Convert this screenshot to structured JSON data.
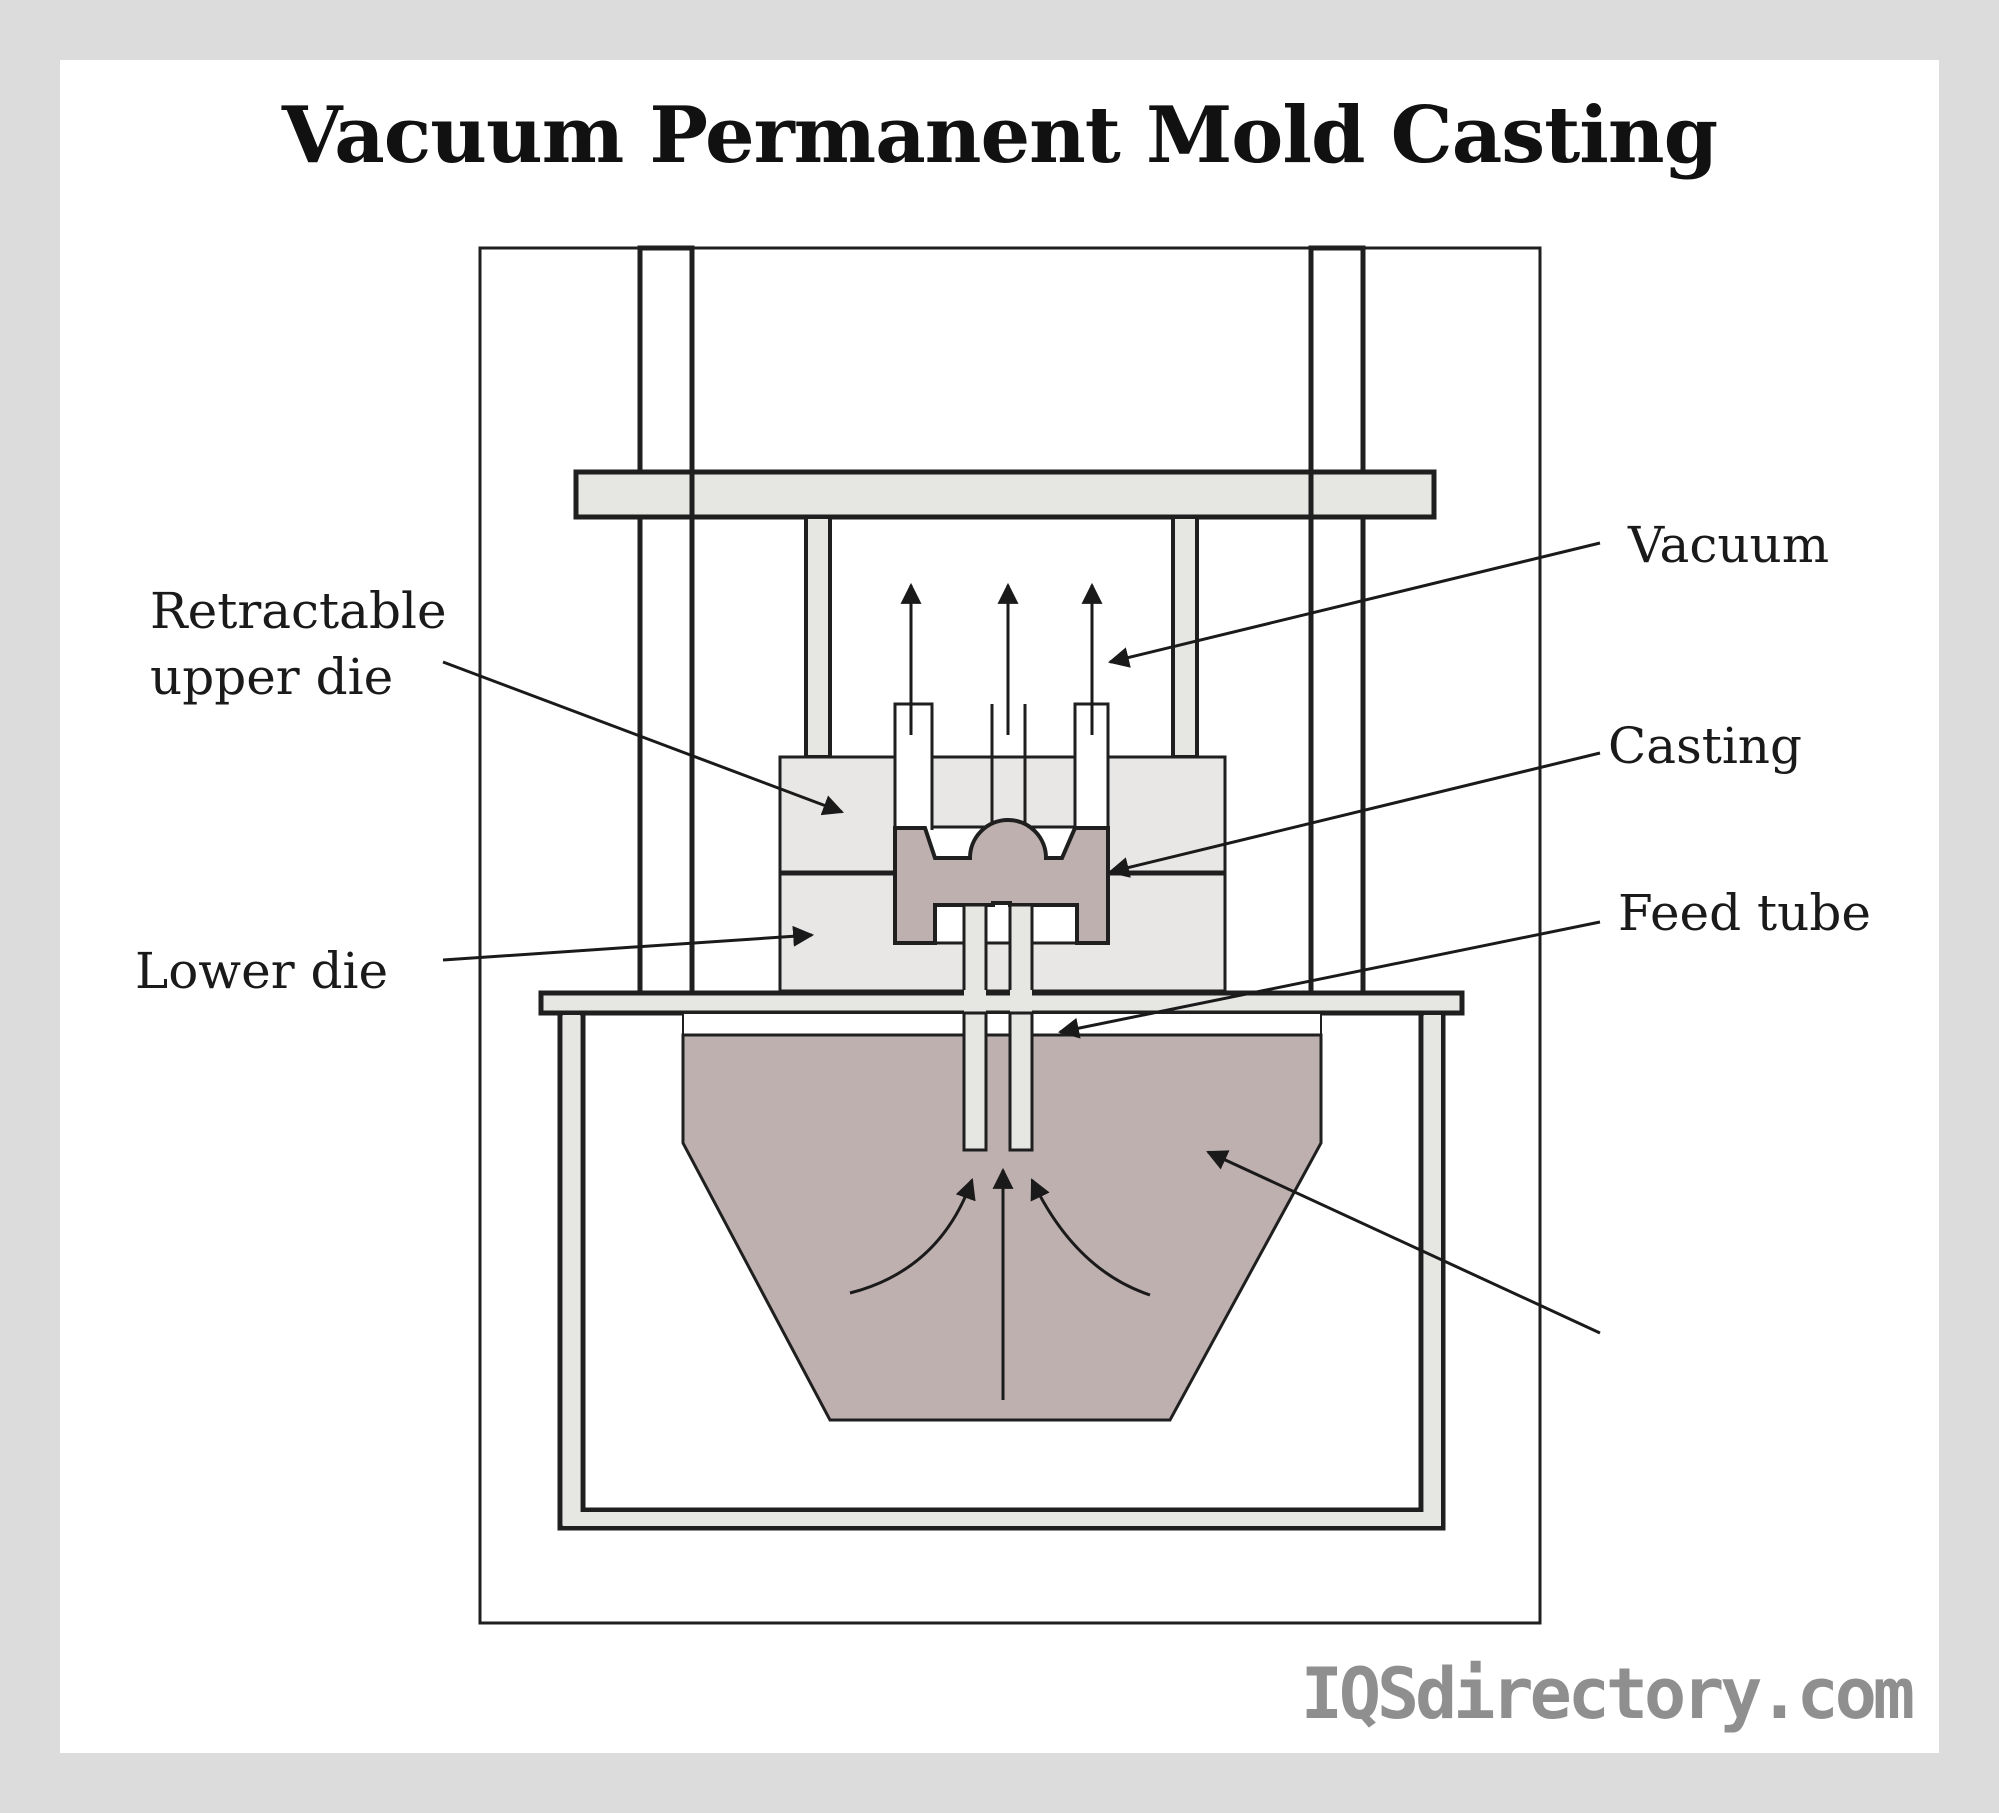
{
  "title": "Vacuum Permanent Mold Casting",
  "labels": {
    "vacuum": "Vacuum",
    "retractable_line1": "Retractable",
    "retractable_line2": "upper die",
    "casting": "Casting",
    "feed_tube": "Feed tube",
    "lower_die": "Lower die"
  },
  "watermark": "IQSdirectory.com",
  "colors": {
    "background": "#dcdcdc",
    "card": "#ffffff",
    "outline": "#1f1f1f",
    "metal_fill": "#e6e6e3",
    "molten_metal": "#bfb0b0",
    "die_fill": "#e9e6e6",
    "watermark": "#8f8f8f"
  }
}
